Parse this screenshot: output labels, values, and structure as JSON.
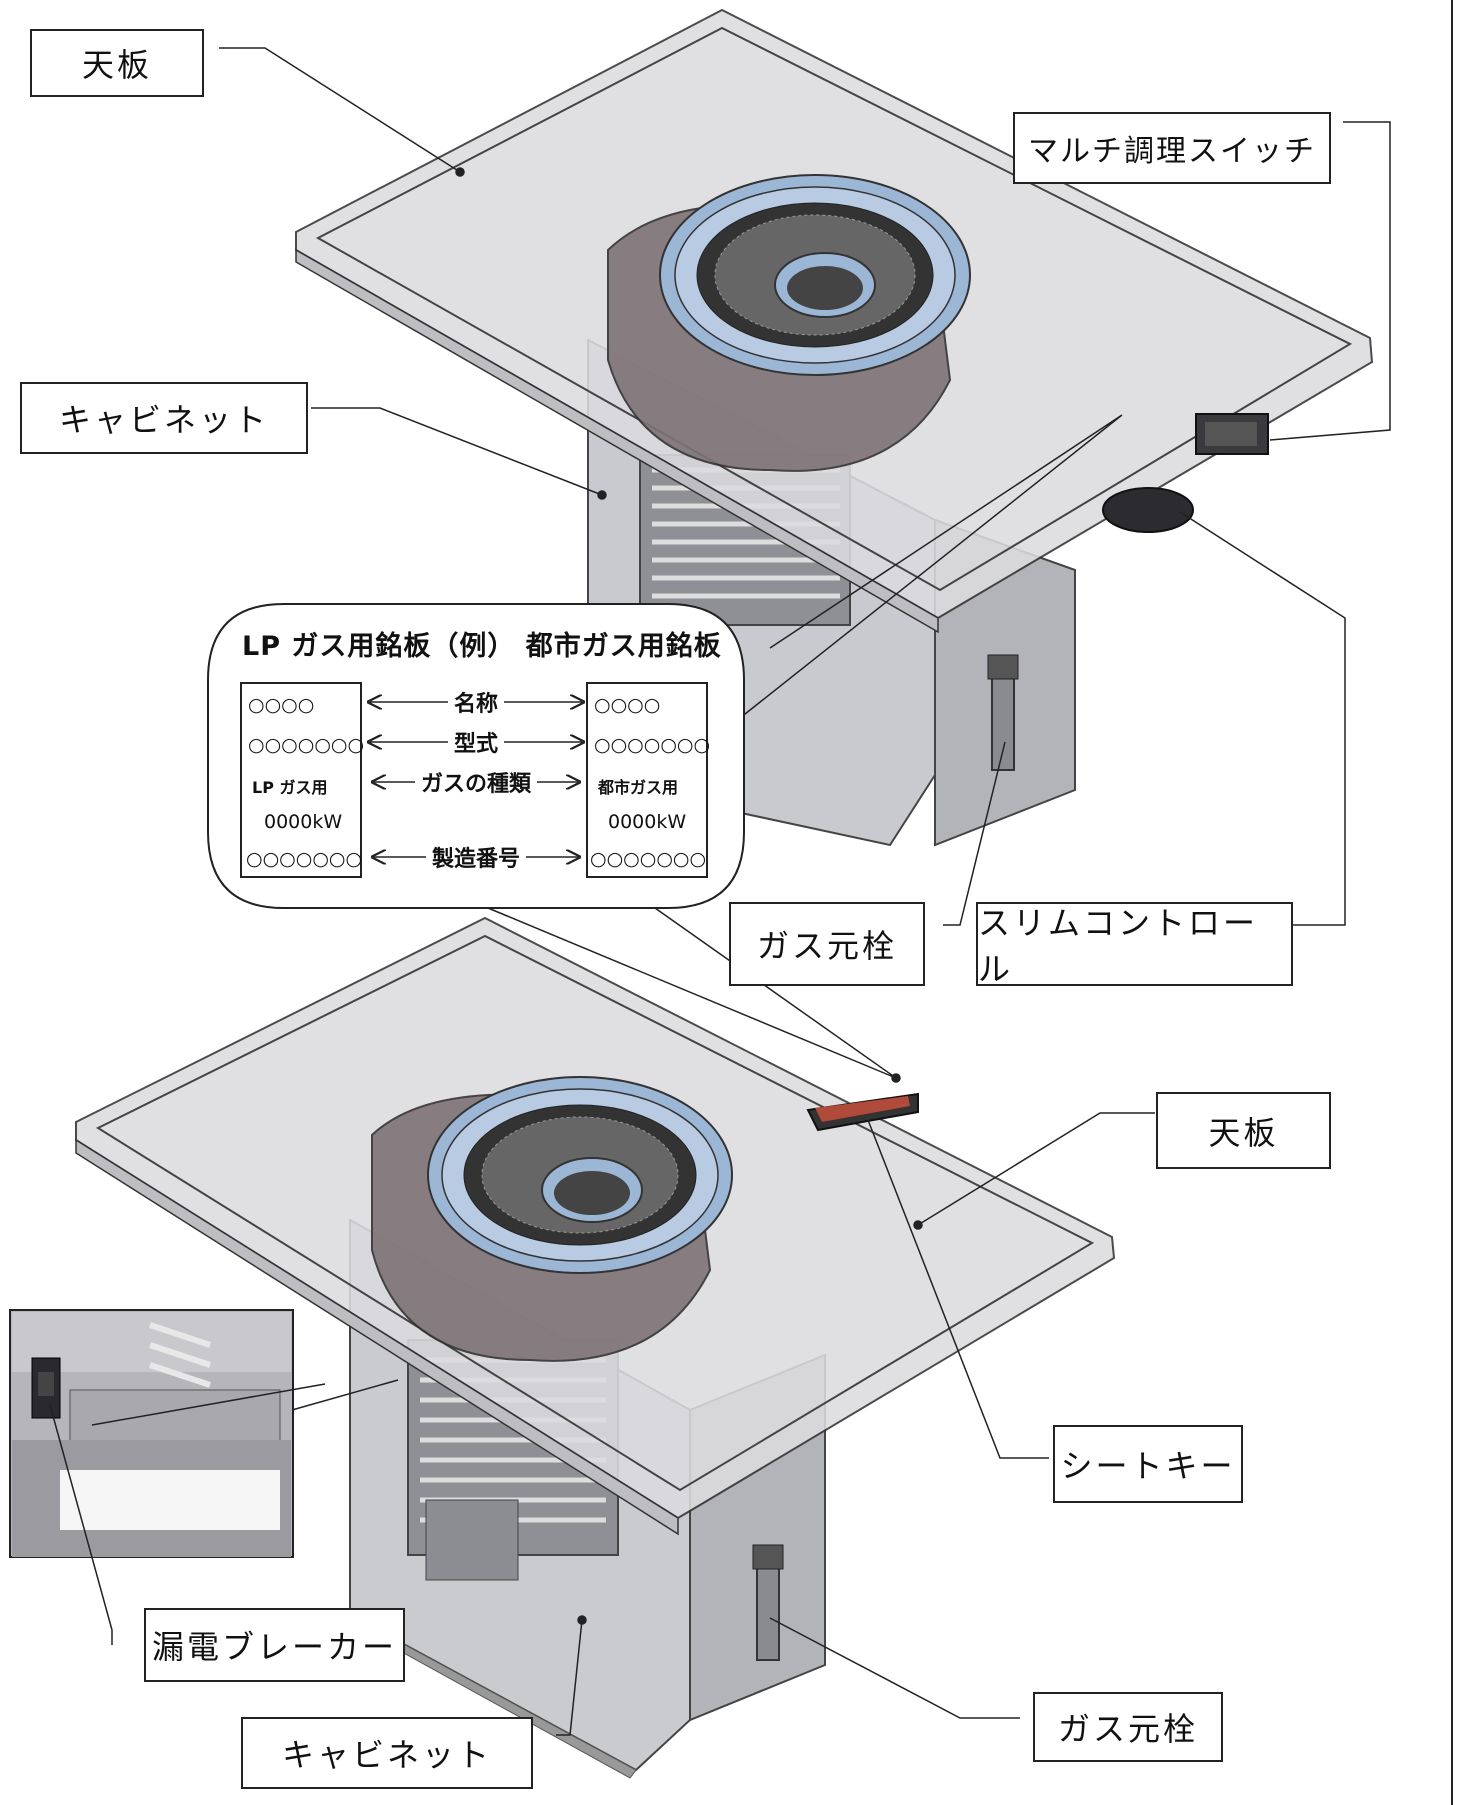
{
  "labels": {
    "top_tenban": "天板",
    "multi_switch": "マルチ調理スイッチ",
    "top_cabinet": "キャビネット",
    "top_gas_valve": "ガス元栓",
    "slim_control": "スリムコントロール",
    "bottom_tenban": "天板",
    "sheet_key": "シートキー",
    "breaker": "漏電ブレーカー",
    "bottom_gas_valve": "ガス元栓",
    "bottom_cabinet": "キャビネット"
  },
  "nameplate": {
    "title": "LP ガス用銘板（例） 都市ガス用銘板",
    "lp_plate": {
      "name": "○○○○",
      "model": "○○○○○○○",
      "gas_type": "LP ガス用",
      "output": "0000kW",
      "serial": "○○○○○○○"
    },
    "city_plate": {
      "name": "○○○○",
      "model": "○○○○○○○",
      "gas_type": "都市ガス用",
      "output": "0000kW",
      "serial": "○○○○○○○"
    },
    "fields": {
      "name": "名称",
      "model": "型式",
      "gas_type": "ガスの種類",
      "serial": "製造番号"
    }
  },
  "colors": {
    "line": "#222222",
    "glass": "#d9d9dc",
    "metal": "#a9aab0",
    "grill_ring": "#8fb0d6",
    "bowl": "#7f7275"
  }
}
